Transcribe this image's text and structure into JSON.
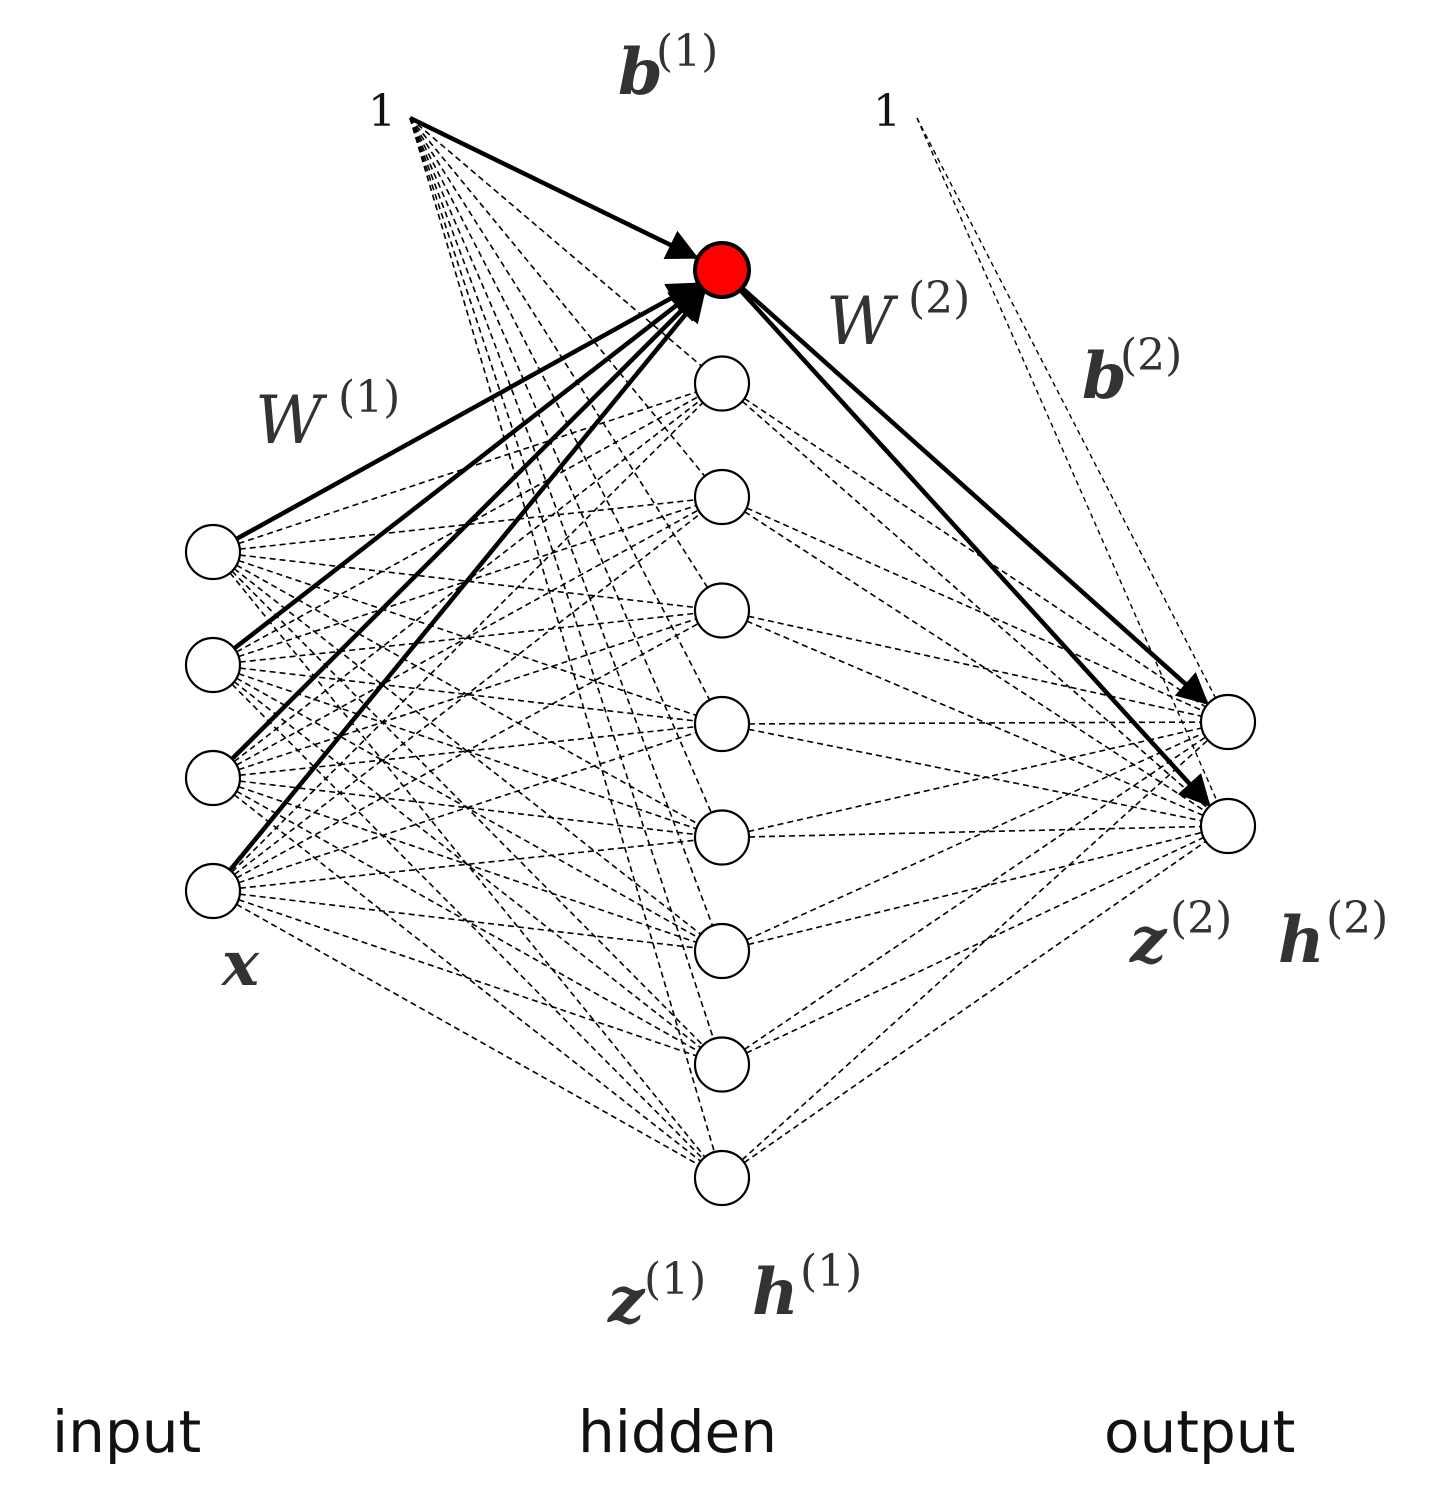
{
  "diagram": {
    "colors": {
      "highlight_node": "#ff0000",
      "node_stroke": "#000000",
      "edge": "#000000",
      "label_text": "#333333"
    },
    "layers": {
      "input": {
        "node_count": 4
      },
      "hidden": {
        "node_count": 9,
        "highlighted_index": 0
      },
      "output": {
        "node_count": 2
      }
    },
    "bias_labels": {
      "bias1": "1",
      "bias2": "1"
    },
    "math_labels": {
      "b1": {
        "base": "b",
        "sup": "(1)"
      },
      "b2": {
        "base": "b",
        "sup": "(2)"
      },
      "W1": {
        "base": "W",
        "sup": "(1)"
      },
      "W2": {
        "base": "W",
        "sup": "(2)"
      },
      "x": {
        "base": "x"
      },
      "z1": {
        "base": "z",
        "sup": "(1)"
      },
      "h1": {
        "base": "h",
        "sup": "(1)"
      },
      "z2": {
        "base": "z",
        "sup": "(2)"
      },
      "h2": {
        "base": "h",
        "sup": "(2)"
      }
    },
    "layer_names": {
      "input": "input",
      "hidden": "hidden",
      "output": "output"
    }
  }
}
